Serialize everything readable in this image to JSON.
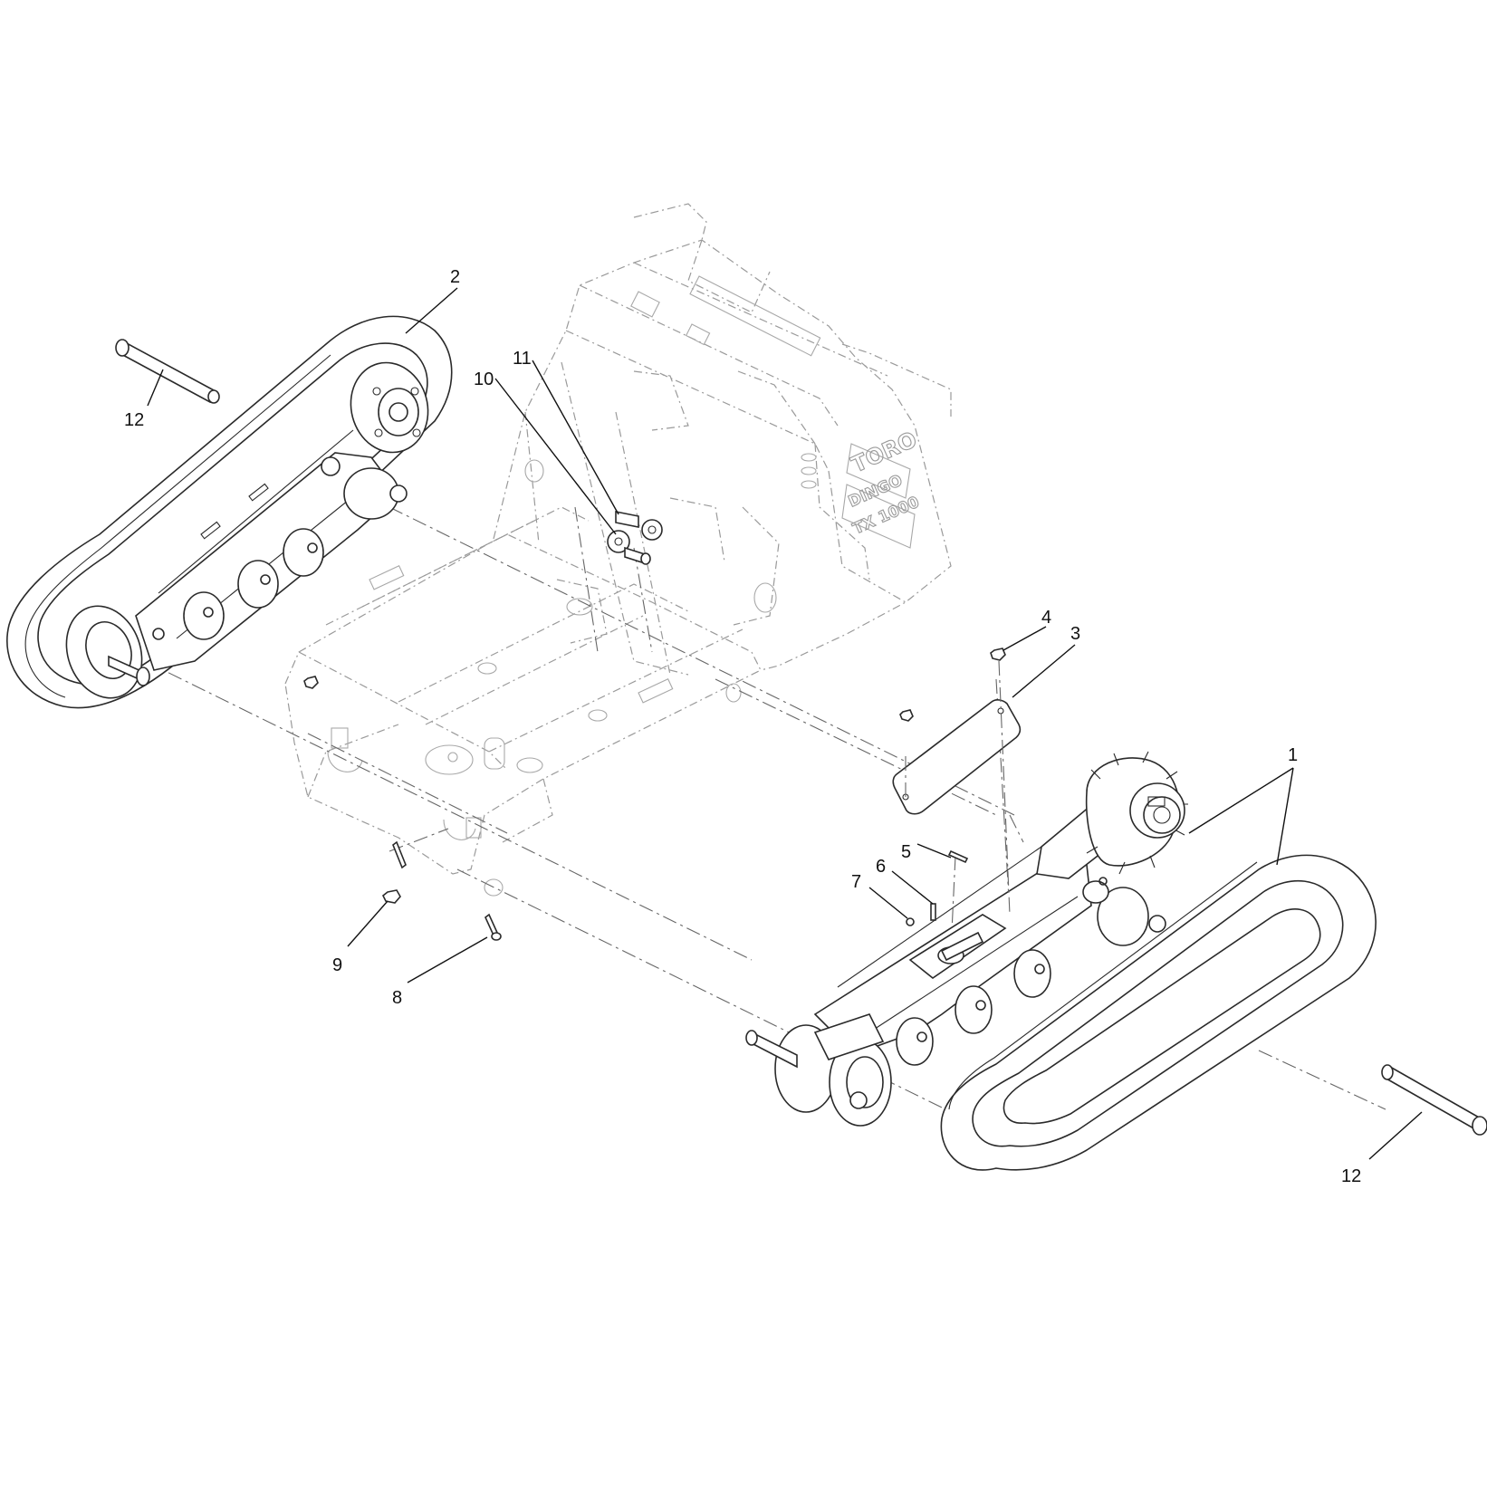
{
  "diagram": {
    "callouts": [
      "1",
      "2",
      "3",
      "4",
      "5",
      "6",
      "7",
      "8",
      "9",
      "10",
      "11",
      "12",
      "12"
    ],
    "frame_logo": "TORO",
    "frame_model": [
      "DINGO",
      "TX 1000"
    ]
  }
}
